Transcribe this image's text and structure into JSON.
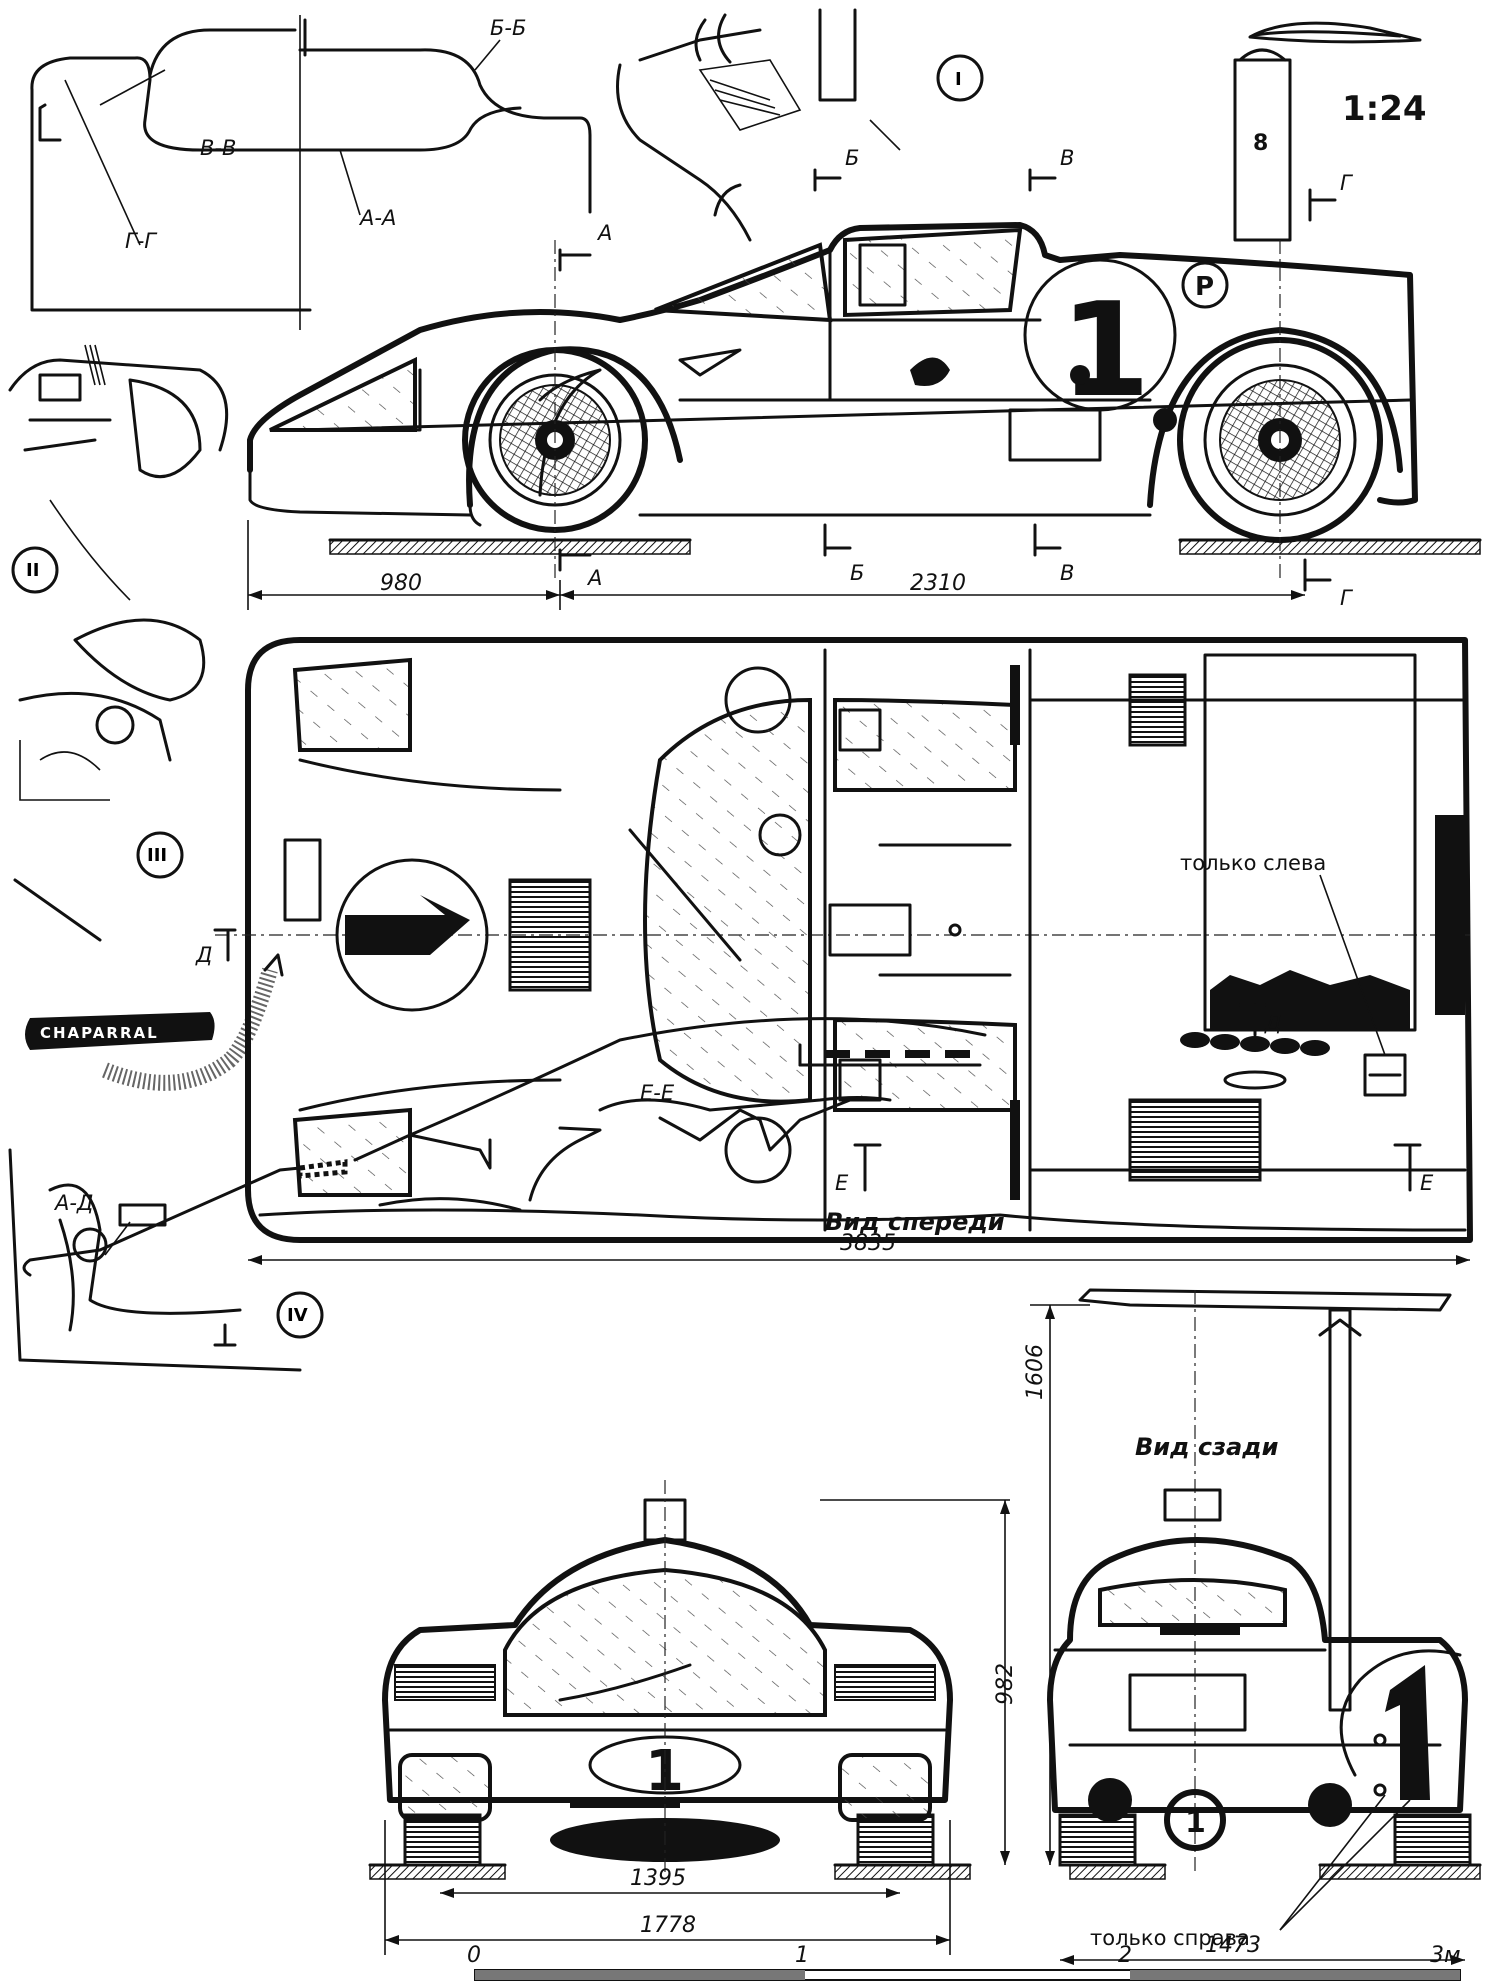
{
  "scale": "1:24",
  "dimensions": {
    "front_overhang": "980",
    "wheelbase": "2310",
    "overall_length": "3835",
    "overall_height": "1606",
    "body_height": "982",
    "front_track": "1395",
    "overall_width": "1778",
    "rear_track": "1473"
  },
  "views": {
    "front_title": "Вид спереди",
    "rear_title": "Вид сзади"
  },
  "notes": {
    "left_only": "только слева",
    "right_only": "только справа"
  },
  "sections": {
    "aa": "А-А",
    "bb": "Б-Б",
    "vv": "В-В",
    "gg": "Г-Г",
    "ad": "А-Д",
    "ee": "Е-Е",
    "a": "А",
    "b": "Б",
    "v": "В",
    "g": "Г",
    "d": "Д",
    "e": "Е"
  },
  "details": {
    "i": "I",
    "ii": "II",
    "iii": "III",
    "iv": "IV"
  },
  "badge_text": "CHAPARRAL",
  "car_numbers": {
    "side_door": "1",
    "front": "1",
    "rear": "1",
    "wing_strut": "8",
    "side_letter": "P"
  },
  "scale_bar": {
    "ticks": [
      "0",
      "1",
      "2",
      "3м"
    ]
  }
}
